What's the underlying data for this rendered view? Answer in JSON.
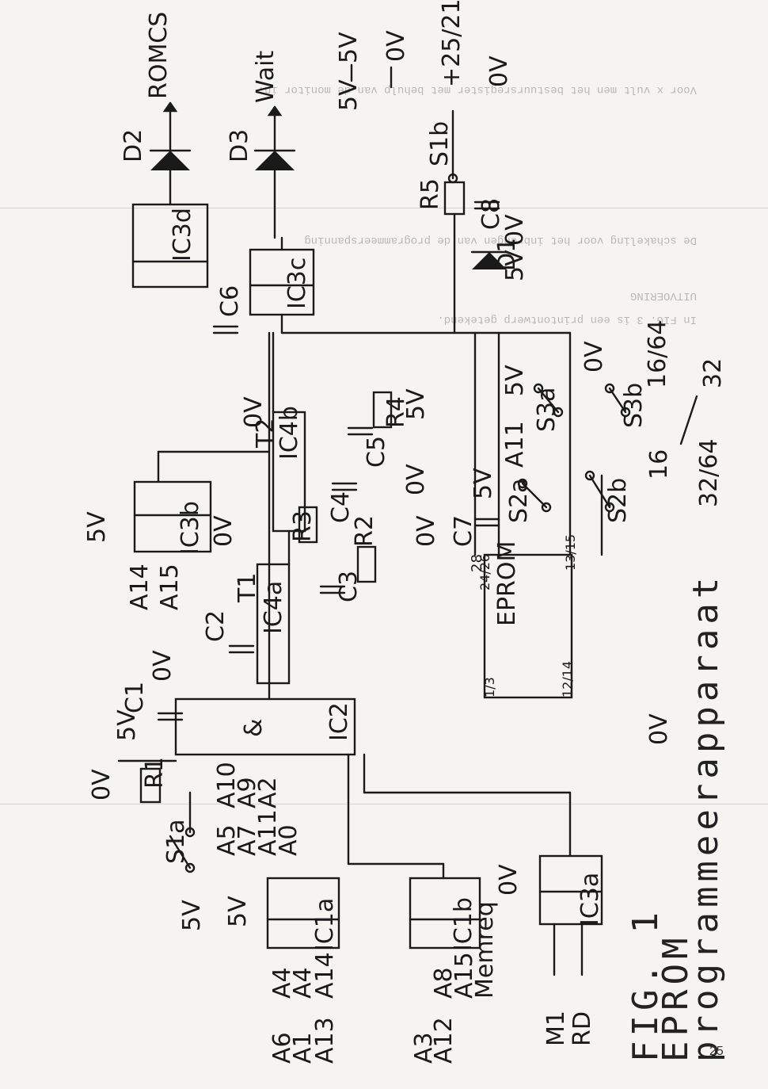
{
  "figure": {
    "caption": "FIG. 1",
    "title": "EPROM",
    "subtitle": "programmeerapparaat"
  },
  "page_number": "25",
  "labels": {
    "romcs": "ROMCS",
    "wait": "Wait",
    "v5": "5V",
    "v0": "0V",
    "v_prog": "+25/21V",
    "d1": "D1",
    "d2": "D2",
    "d3": "D3",
    "r1": "R1",
    "r2": "R2",
    "r3": "R3",
    "r4": "R4",
    "r5": "R5",
    "c1": "C1",
    "c2": "C2",
    "c3": "C3",
    "c4": "C4",
    "c5": "C5",
    "c6": "C6",
    "c7": "C7",
    "c8": "C8",
    "ic1a": "IC1a",
    "ic1b": "IC1b",
    "ic2": "IC2",
    "ic3a": "IC3a",
    "ic3b": "IC3b",
    "ic3c": "IC3c",
    "ic3d": "IC3d",
    "ic4a": "IC4a",
    "ic4b": "IC4b",
    "t1": "T1",
    "t2": "T2",
    "and_sym": "&",
    "eprom": "EPROM",
    "s1a": "S1a",
    "s1b": "S1b",
    "s2a": "S2a",
    "s2b": "S2b",
    "s3a": "S3a",
    "s3b": "S3b",
    "a5": "A5",
    "a7": "A7",
    "a11": "A11",
    "a0": "A0",
    "a10": "A10",
    "a9": "A9",
    "a2": "A2",
    "a6": "A6",
    "a1": "A1",
    "a13": "A13",
    "a4": "A4",
    "a14": "A14",
    "a3": "A3",
    "a12": "A12",
    "a15": "A15",
    "a8": "A8",
    "memreq": "Memreq",
    "m1": "M1",
    "rd": "RD",
    "n32": "32",
    "n1664": "16/64",
    "n3264": "32/64",
    "n16": "16",
    "n28": "28",
    "n2426": "24/26",
    "n1315": "13/15",
    "n1214": "12/14",
    "n13": "1/3",
    "bleed_1": "Voor x vult men het bestuursregister met behulp van de monitor in.",
    "bleed_2": "De schakeling voor het inbrengen van de programmeerspanning",
    "bleed_3": "UITVOERING",
    "bleed_4": "In FIG. 3 is een printontwerp getekend."
  }
}
